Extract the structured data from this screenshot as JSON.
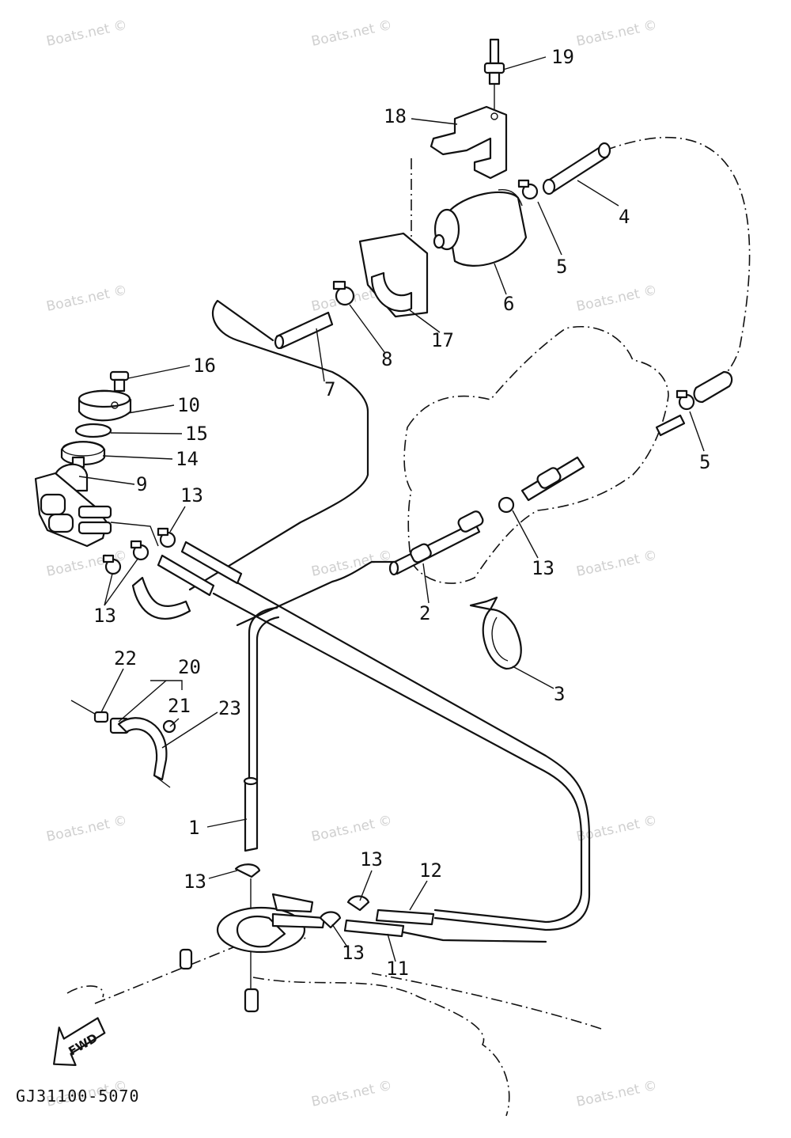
{
  "watermark": "Boats.net ©",
  "drawing_code": "GJ31100-5070",
  "fwd_label": "FWD",
  "callouts": [
    "19",
    "18",
    "4",
    "5",
    "6",
    "17",
    "8",
    "7",
    "16",
    "10",
    "15",
    "14",
    "9",
    "13",
    "13",
    "13",
    "2",
    "5",
    "3",
    "22",
    "20",
    "21",
    "23",
    "1",
    "13",
    "13",
    "12",
    "13",
    "11"
  ]
}
